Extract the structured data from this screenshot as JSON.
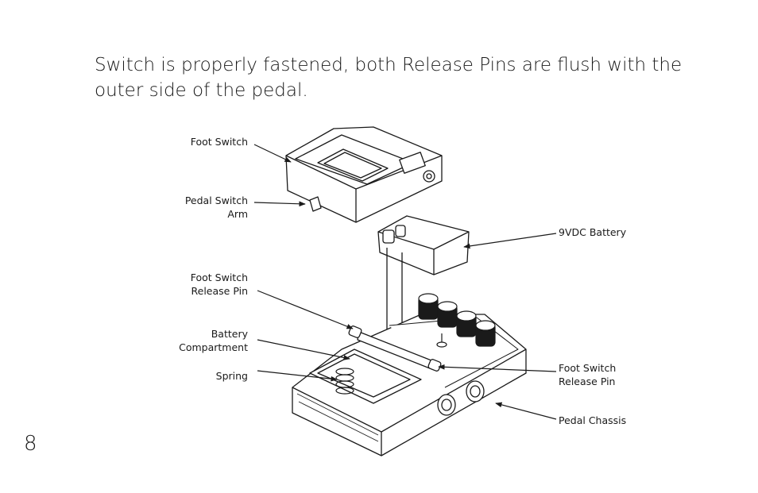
{
  "intro_text": "Switch is properly fastened, both Release Pins are flush with the outer side of the pedal.",
  "page_number": "8",
  "labels": {
    "foot_switch": "Foot Switch",
    "pedal_switch_arm_1": "Pedal Switch",
    "pedal_switch_arm_2": "Arm",
    "release_pin_left_1": "Foot Switch",
    "release_pin_left_2": "Release Pin",
    "battery_compartment_1": "Battery",
    "battery_compartment_2": "Compartment",
    "spring": "Spring",
    "battery_9vdc": "9VDC Battery",
    "release_pin_right_1": "Foot Switch",
    "release_pin_right_2": "Release Pin",
    "pedal_chassis": "Pedal Chassis"
  }
}
